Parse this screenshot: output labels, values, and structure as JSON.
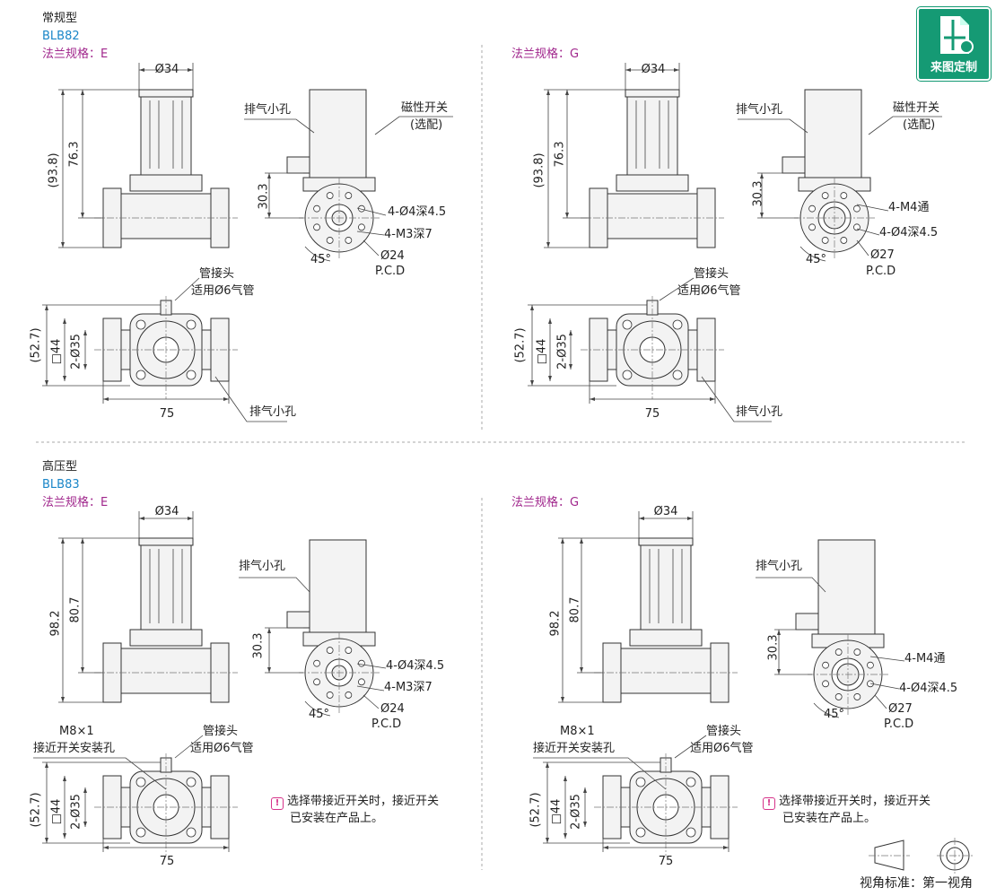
{
  "badge": {
    "label": "来图定制",
    "icon": "custom-drawing-icon",
    "color": "#159a74"
  },
  "colors": {
    "type_blue": "#1a86c8",
    "flange_purple": "#a0268c",
    "note_pink": "#d6338a"
  },
  "sections": [
    {
      "type_name": "常规型",
      "model": "BLB82",
      "flange": "法兰规格：E",
      "dia_top": "Ø34",
      "h_total": "(93.8)",
      "h_center": "76.3",
      "vent": "排气小孔",
      "switch": "磁性开关",
      "optional": "(选配)",
      "h_side": "30.3",
      "hole1": "4-Ø4深4.5",
      "hole2": "4-M3深7",
      "pcd": "Ø24",
      "pcd_label": "P.C.D",
      "angle": "45°",
      "fitting": "管接头",
      "fitting_tube": "适用Ø6气管",
      "h_bottom": "(52.7)",
      "sq": "□44",
      "dia2": "2-Ø35",
      "width": "75",
      "vent_bottom": "排气小孔"
    },
    {
      "flange": "法兰规格：G",
      "dia_top": "Ø34",
      "h_total": "(93.8)",
      "h_center": "76.3",
      "vent": "排气小孔",
      "switch": "磁性开关",
      "optional": "(选配)",
      "h_side": "30.3",
      "hole1": "4-M4通",
      "hole2": "4-Ø4深4.5",
      "pcd": "Ø27",
      "pcd_label": "P.C.D",
      "angle": "45°",
      "fitting": "管接头",
      "fitting_tube": "适用Ø6气管",
      "h_bottom": "(52.7)",
      "sq": "□44",
      "dia2": "2-Ø35",
      "width": "75",
      "vent_bottom": "排气小孔"
    },
    {
      "type_name": "高压型",
      "model": "BLB83",
      "flange": "法兰规格：E",
      "dia_top": "Ø34",
      "h_total": "98.2",
      "h_center": "80.7",
      "vent": "排气小孔",
      "h_side": "30.3",
      "hole1": "4-Ø4深4.5",
      "hole2": "4-M3深7",
      "pcd": "Ø24",
      "pcd_label": "P.C.D",
      "angle": "45°",
      "thread": "M8×1",
      "prox_hole": "接近开关安装孔",
      "fitting": "管接头",
      "fitting_tube": "适用Ø6气管",
      "h_bottom": "(52.7)",
      "sq": "□44",
      "dia2": "2-Ø35",
      "width": "75",
      "note1": "选择带接近开关时，接近开关",
      "note2": "已安装在产品上。"
    },
    {
      "flange": "法兰规格：G",
      "dia_top": "Ø34",
      "h_total": "98.2",
      "h_center": "80.7",
      "vent": "排气小孔",
      "h_side": "30.3",
      "hole1": "4-M4通",
      "hole2": "4-Ø4深4.5",
      "pcd": "Ø27",
      "pcd_label": "P.C.D",
      "angle": "45°",
      "thread": "M8×1",
      "prox_hole": "接近开关安装孔",
      "fitting": "管接头",
      "fitting_tube": "适用Ø6气管",
      "h_bottom": "(52.7)",
      "sq": "□44",
      "dia2": "2-Ø35",
      "width": "75",
      "note1": "选择带接近开关时，接近开关",
      "note2": "已安装在产品上。"
    }
  ],
  "projection": {
    "label": "视角标准：第一视角"
  }
}
